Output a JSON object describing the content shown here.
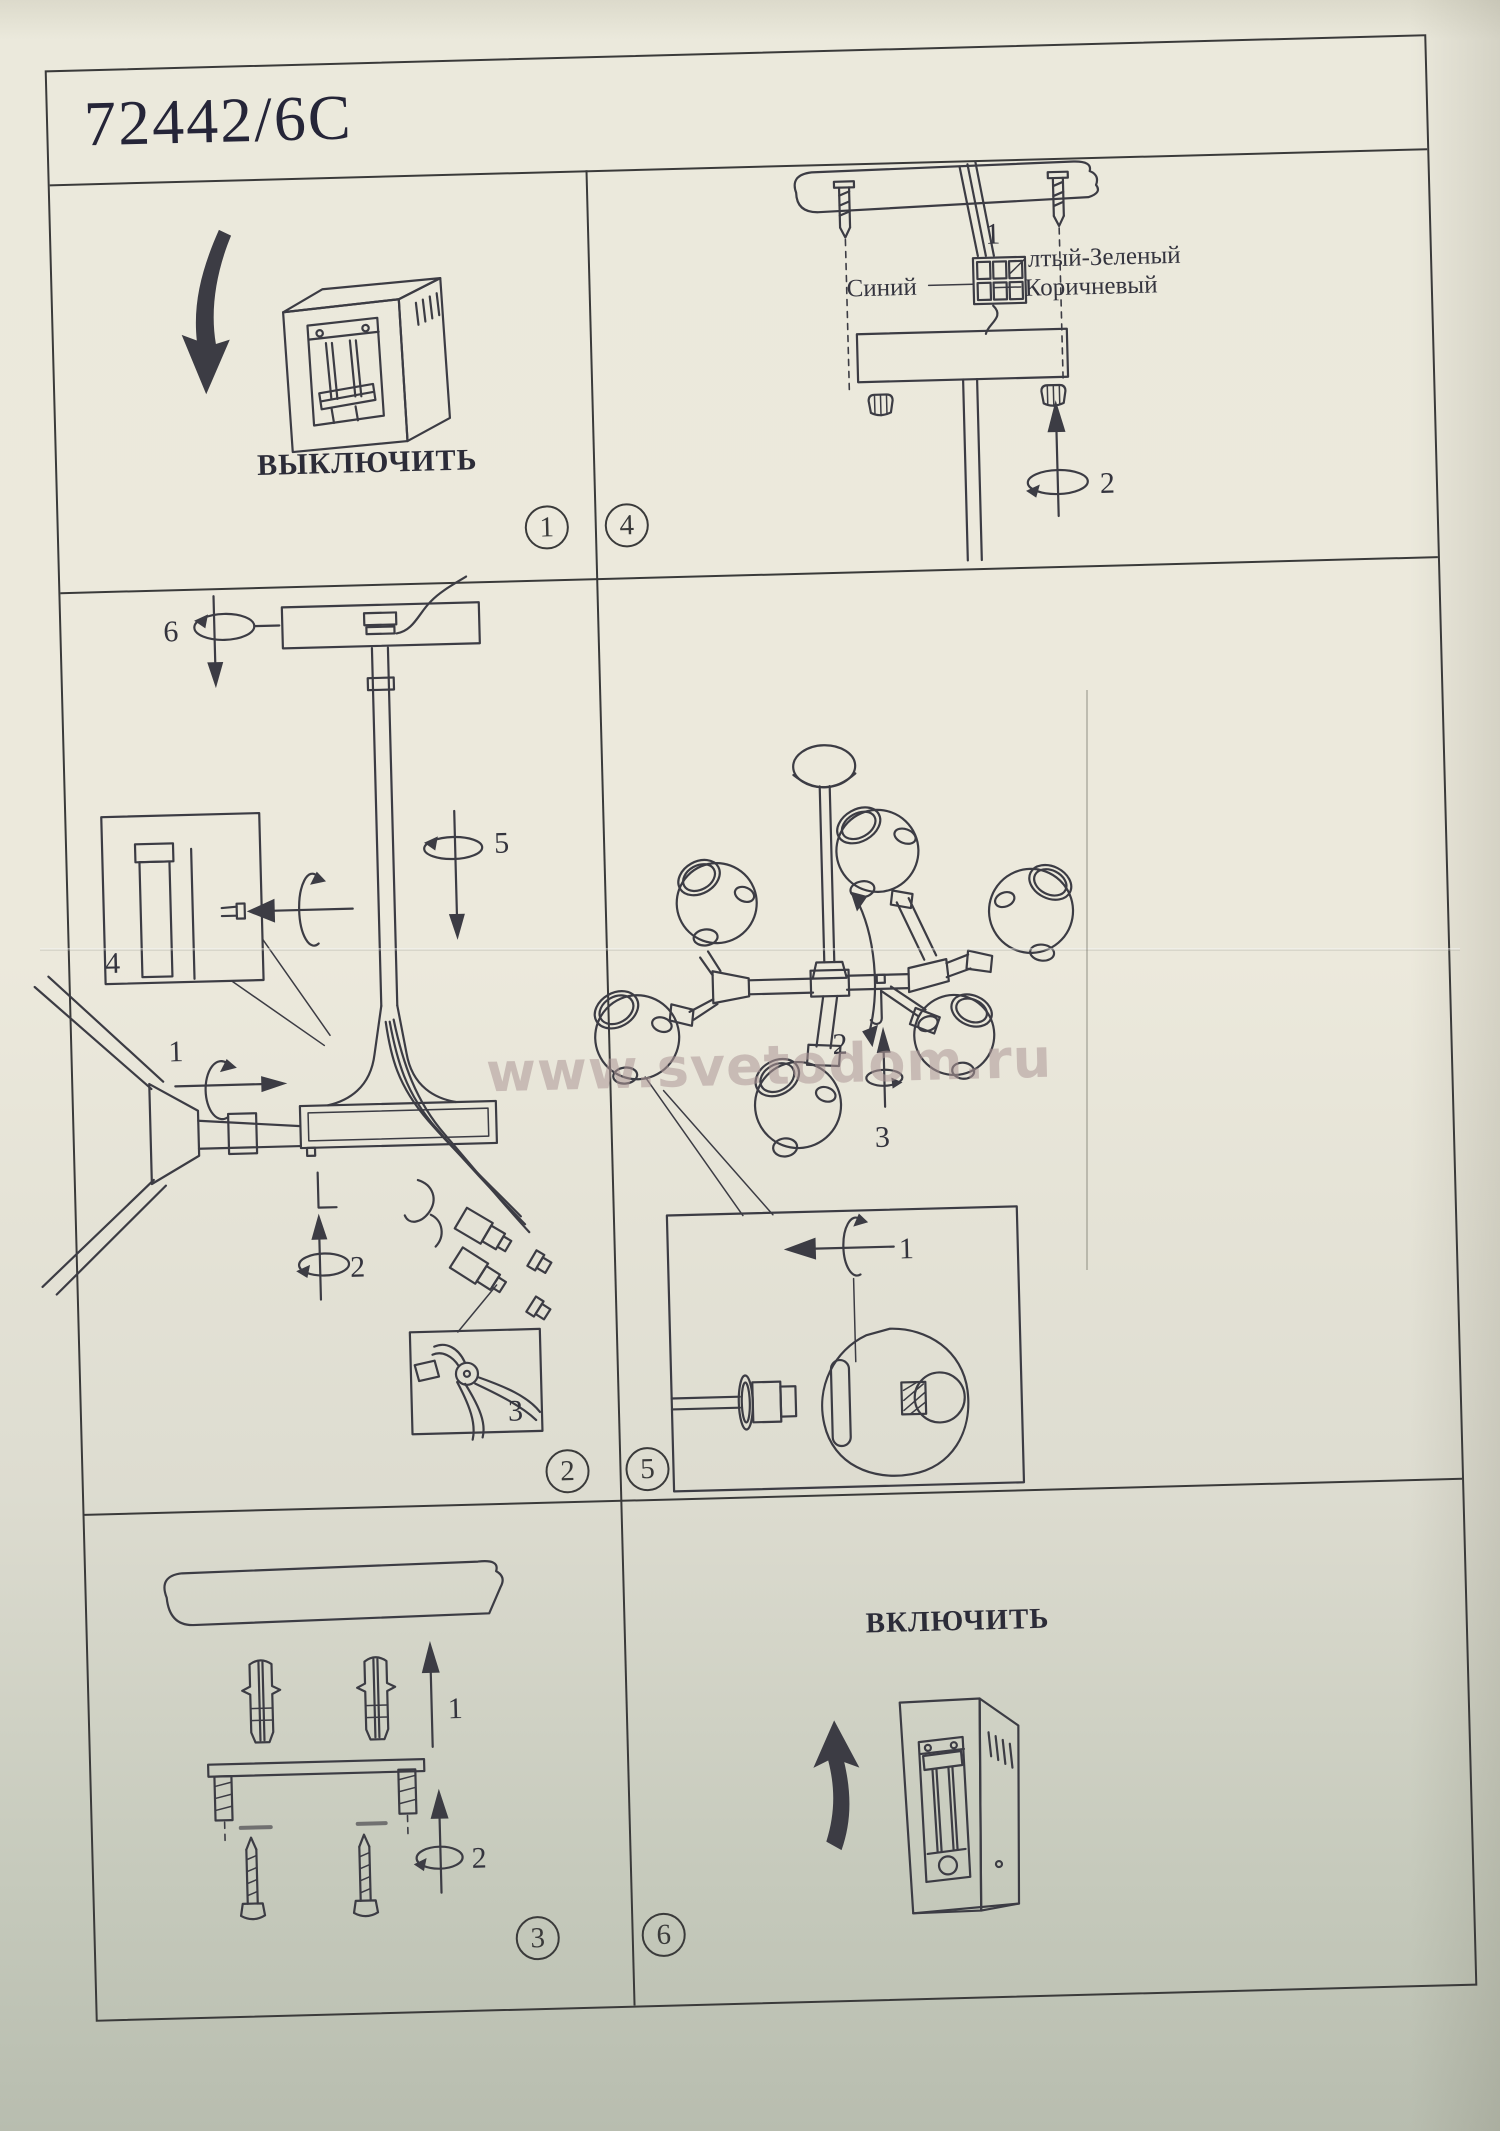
{
  "title": "72442/6C",
  "watermark": "www.svetodom.ru",
  "colors": {
    "paper": "#ebe9dc",
    "ink": "#3c3c44",
    "grid_line": "#3a3a3a",
    "title_ink": "#252538",
    "watermark_ink": "#ad9898"
  },
  "panels": {
    "p1": {
      "badge": "1",
      "caption": "ВЫКЛЮЧИТЬ"
    },
    "p2": {
      "badge": "2",
      "s1": "1",
      "s2": "2",
      "s3": "3",
      "s4": "4",
      "s5": "5",
      "s6": "6"
    },
    "p3": {
      "badge": "3",
      "s1": "1",
      "s2": "2"
    },
    "p4": {
      "badge": "4",
      "s1": "1",
      "s2": "2",
      "label_blue": "Синий",
      "label_yellow_green": "лтый-Зеленый",
      "label_brown": "Коричневый"
    },
    "p5": {
      "badge": "5",
      "s1": "1",
      "s2": "2",
      "s3": "3"
    },
    "p6": {
      "badge": "6",
      "caption": "ВКЛЮЧИТЬ"
    }
  }
}
